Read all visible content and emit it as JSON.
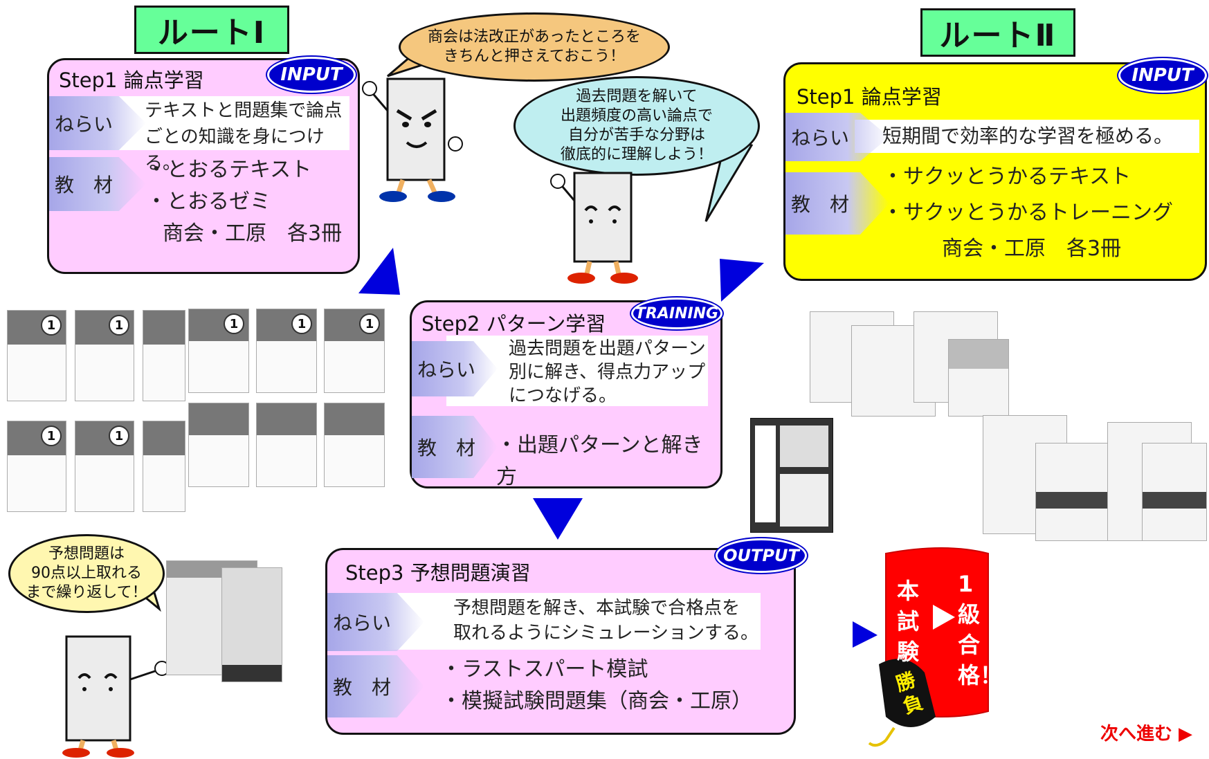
{
  "route1": {
    "tag": "ルートⅠ",
    "step1": {
      "title": "Step1 論点学習",
      "badge": "INPUT",
      "aim_label": "ねらい",
      "aim_text_1": "テキストと問題集で論点",
      "aim_text_2": "ごとの知識を身につける。",
      "mat_label": "教　材",
      "materials": [
        "・とおるテキスト",
        "・とおるゼミ",
        "商会・工原　各3冊"
      ]
    }
  },
  "route2": {
    "tag": "ルートⅡ",
    "step1": {
      "title": "Step1 論点学習",
      "badge": "INPUT",
      "aim_label": "ねらい",
      "aim_text": "短期間で効率的な学習を極める。",
      "mat_label": "教　材",
      "materials": [
        "・サクッとうかるテキスト",
        "・サクッとうかるトレーニング",
        "商会・工原　各3冊"
      ]
    }
  },
  "step2": {
    "title": "Step2 パターン学習",
    "badge": "TRAINING",
    "aim_label": "ねらい",
    "aim_lines": [
      "過去問題を出題パターン",
      "別に解き、得点力アップ",
      "につなげる。"
    ],
    "mat_label": "教　材",
    "material": "・出題パターンと解き方"
  },
  "step3": {
    "title": "Step3 予想問題演習",
    "badge": "OUTPUT",
    "aim_label": "ねらい",
    "aim_lines": [
      "予想問題を解き、本試験で合格点を",
      "取れるようにシミュレーションする。"
    ],
    "mat_label": "教　材",
    "materials": [
      "・ラストスパート模試",
      "・模擬試験問題集（商会・工原）"
    ]
  },
  "bubbles": {
    "top": [
      "商会は法改正があったところを",
      "きちんと押さえておこう！"
    ],
    "middle": [
      "過去問題を解いて",
      "出題頻度の高い論点で",
      "自分が苦手な分野は",
      "徹底的に理解しよう！"
    ],
    "bottom": [
      "予想問題は",
      "90点以上取れる",
      "まで繰り返して！"
    ]
  },
  "goal": {
    "left": "本試験",
    "right": "1級合格！",
    "charm": "勝負"
  },
  "next_label": "次へ進む ▶",
  "colors": {
    "route_tag": "#66ff99",
    "pink_card": "#ffccff",
    "yellow_card": "#ffff00",
    "badge": "#0000cc",
    "arrow": "#0000dd",
    "top_bubble": "#f5c77e",
    "middle_bubble": "#bfeef0",
    "bottom_bubble": "#fff7b0",
    "goal": "#ff0000"
  }
}
